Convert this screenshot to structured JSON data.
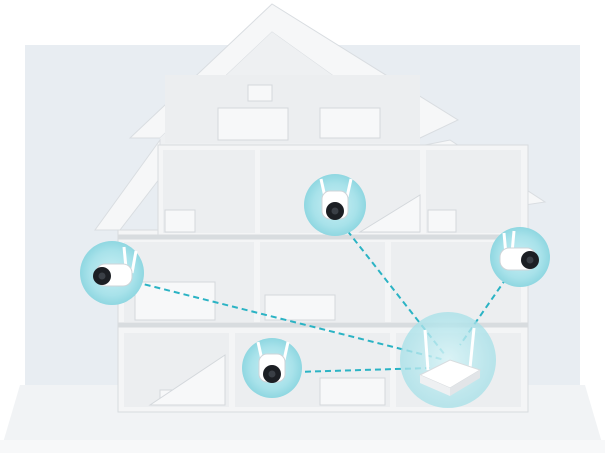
{
  "colors": {
    "backdrop": "#e8edf2",
    "wall": "#f4f5f6",
    "wall_shade": "#dcdfe2",
    "room": "#eceef0",
    "accent": "#2bb3c4",
    "glow": "#bfe9ef",
    "camera_body": "#ffffff",
    "camera_lens": "#1c1f24"
  },
  "cameras": [
    {
      "id": "camera-upper-stairs"
    },
    {
      "id": "camera-left-exterior"
    },
    {
      "id": "camera-right-exterior"
    },
    {
      "id": "camera-ground-floor"
    }
  ],
  "hub": {
    "id": "network-video-recorder"
  }
}
